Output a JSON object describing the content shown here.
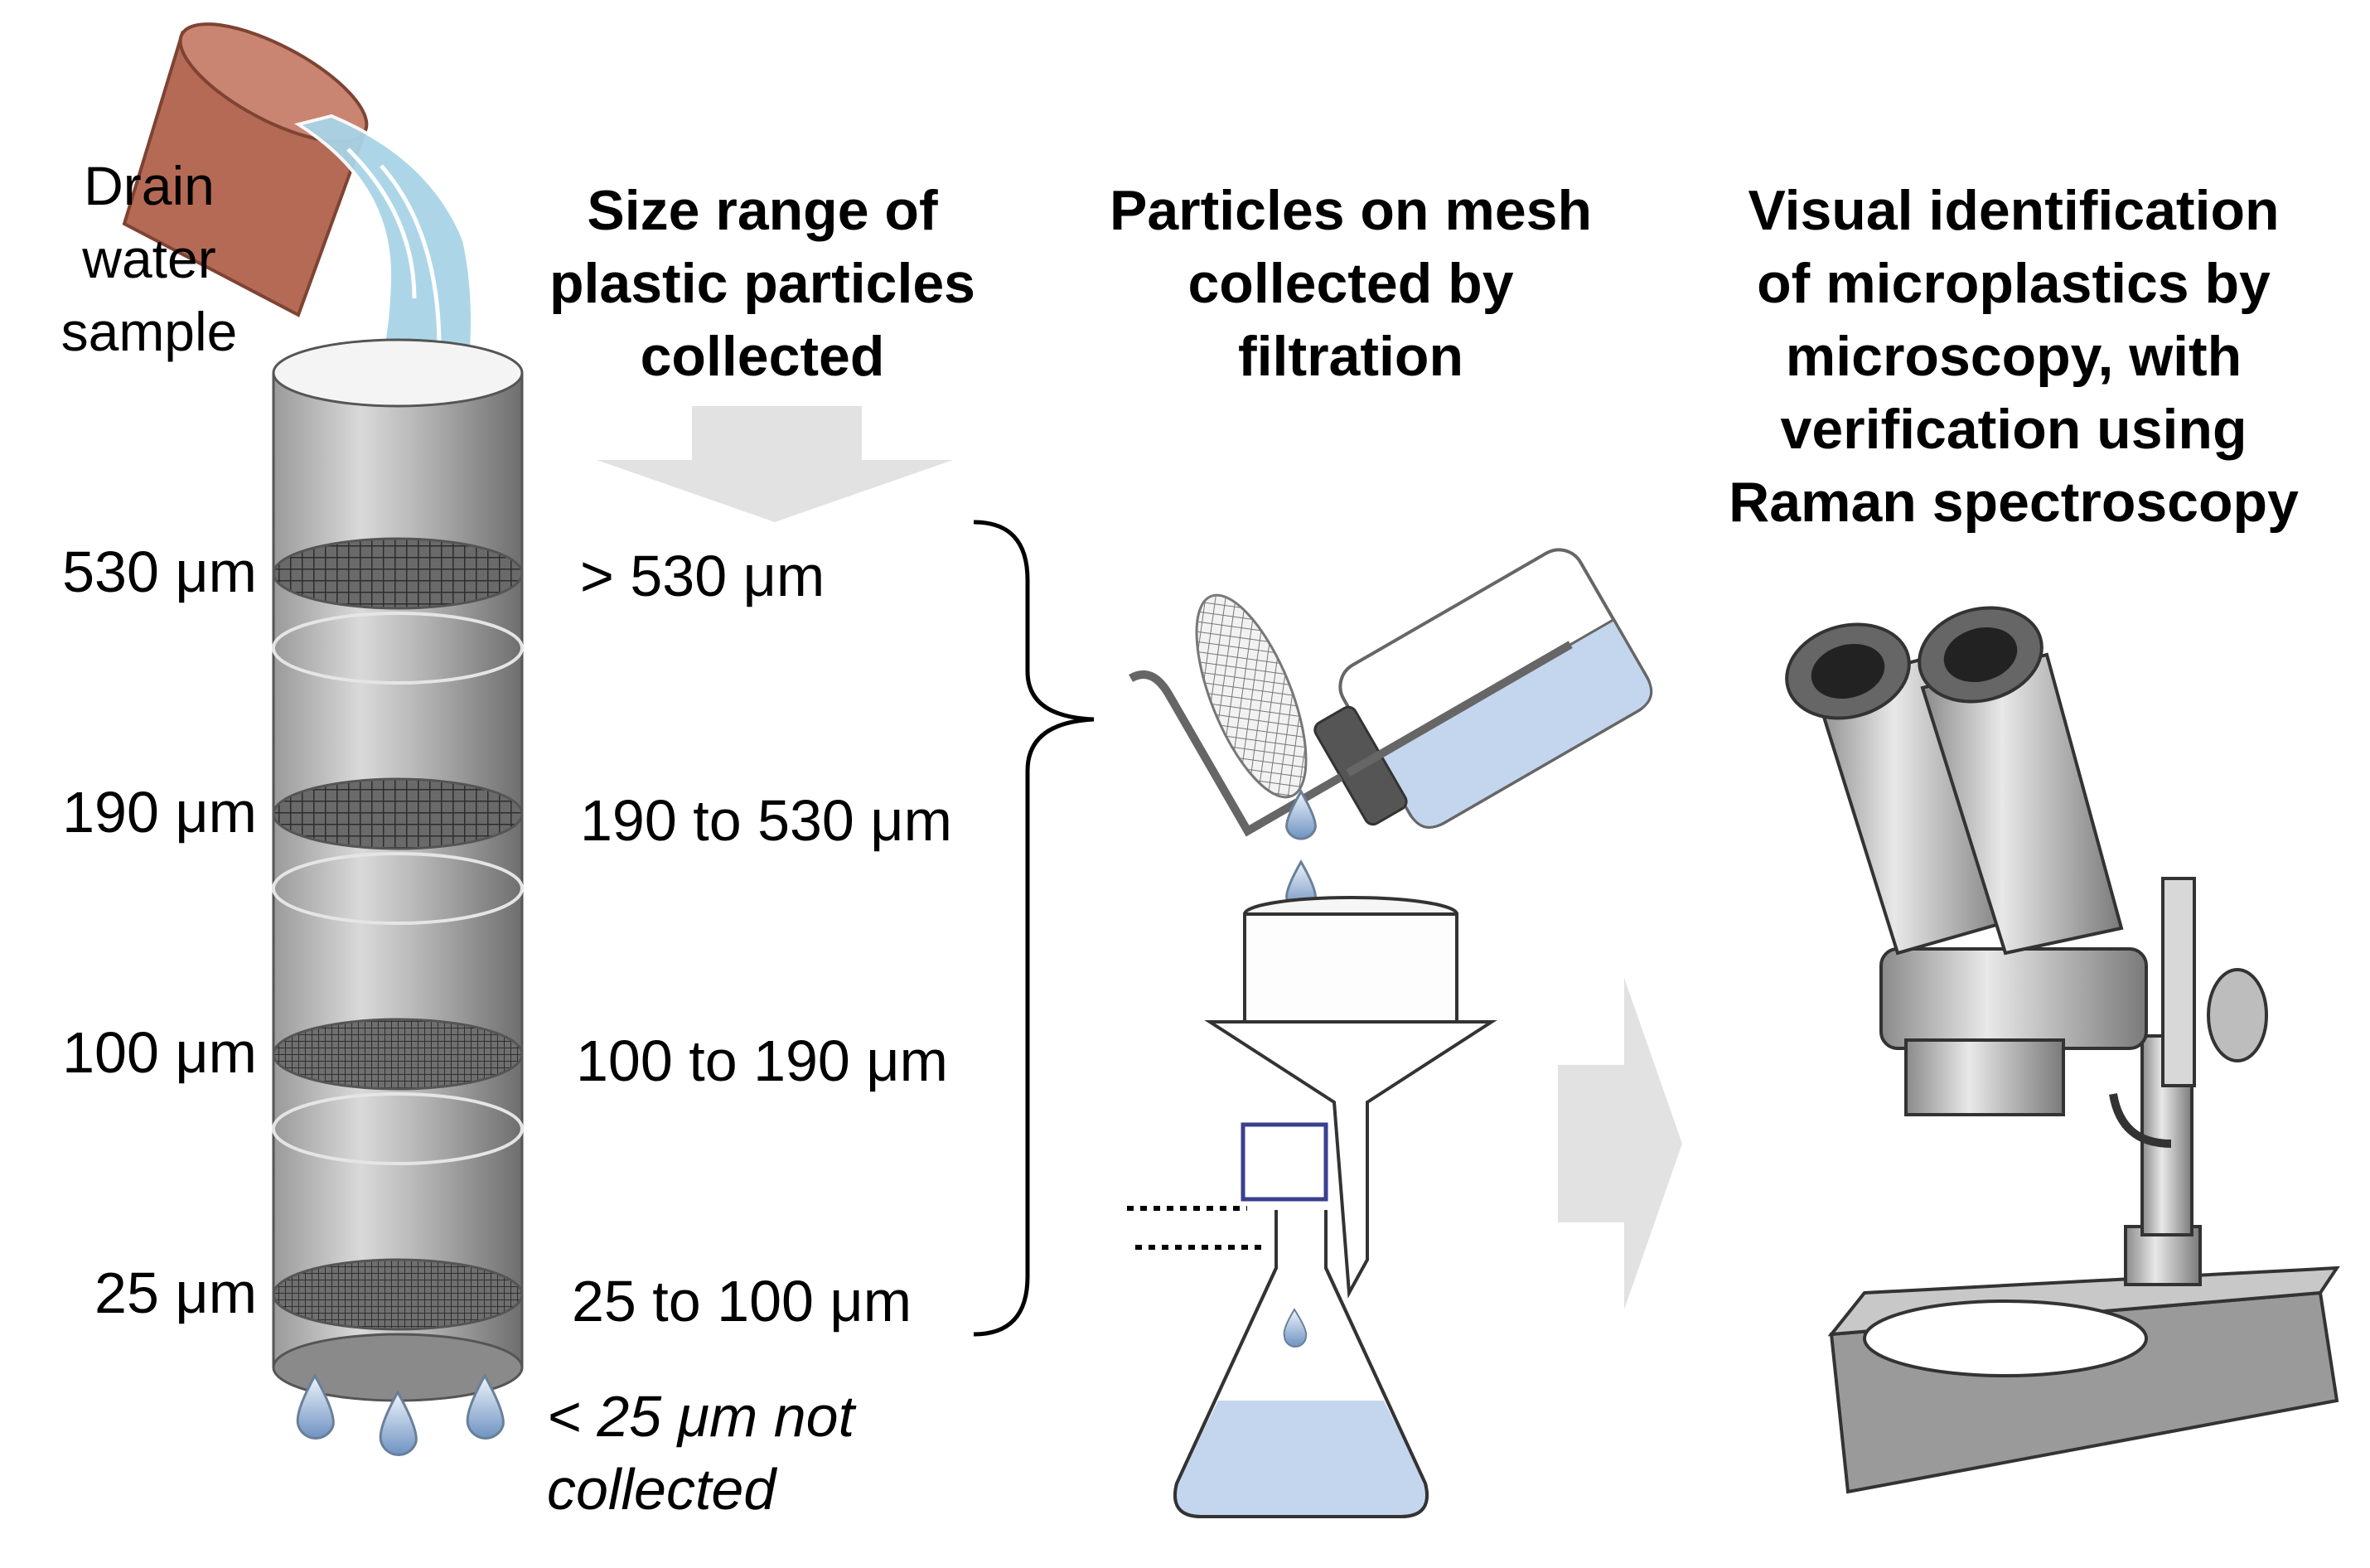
{
  "sample": {
    "label_lines": [
      "Drain",
      "water",
      "sample"
    ]
  },
  "headings": {
    "size_range": [
      "Size range of",
      "plastic particles",
      "collected"
    ],
    "filtration": [
      "Particles on mesh",
      "collected by",
      "filtration"
    ],
    "microscopy": [
      "Visual identification",
      "of microplastics by",
      "microscopy, with",
      "verification using",
      "Raman spectroscopy"
    ]
  },
  "sieves": [
    {
      "mesh": "530 μm",
      "range": "> 530 μm"
    },
    {
      "mesh": "190 μm",
      "range": "190 to 530 μm"
    },
    {
      "mesh": "100 μm",
      "range": "100 to 190 μm"
    },
    {
      "mesh": "25 μm",
      "range": "25 to 100 μm"
    }
  ],
  "not_collected": [
    "< 25 μm not",
    "collected"
  ],
  "icons": {
    "bucket": "bucket-icon",
    "water": "water-pour-icon",
    "column": "sieve-column-icon",
    "drops": "water-drop-icon",
    "down_arrow": "down-arrow-icon",
    "brace": "curly-brace-icon",
    "wash_bottle": "wash-bottle-icon",
    "mesh": "mesh-filter-icon",
    "funnel": "funnel-icon",
    "flask": "conical-flask-icon",
    "right_arrow": "right-arrow-icon",
    "microscope": "microscope-icon"
  },
  "colors": {
    "bucket": "#b56a55",
    "water": "#a8d4e6",
    "column": "#8c8c8c",
    "arrow": "#e2e2e2",
    "liquid": "#c3d6ee",
    "microscope": "#b8b8b8"
  }
}
